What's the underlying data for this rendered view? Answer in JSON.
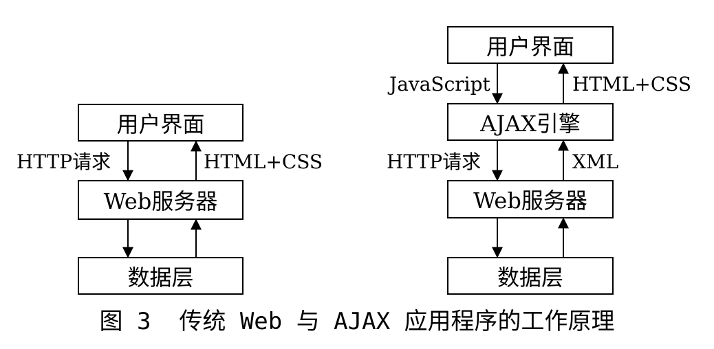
{
  "left_diagram": {
    "ui_box": "用户界面",
    "server_box": "Web服务器",
    "data_box": "数据层",
    "request_label": "HTTP请求",
    "response_label": "HTML+CSS"
  },
  "right_diagram": {
    "ui_box": "用户界面",
    "engine_box": "AJAX引擎",
    "server_box": "Web服务器",
    "data_box": "数据层",
    "js_label": "JavaScript",
    "response_label": "HTML+CSS",
    "request_label": "HTTP请求",
    "xml_label": "XML"
  },
  "caption": "图 3  传统 Web 与 AJAX 应用程序的工作原理"
}
